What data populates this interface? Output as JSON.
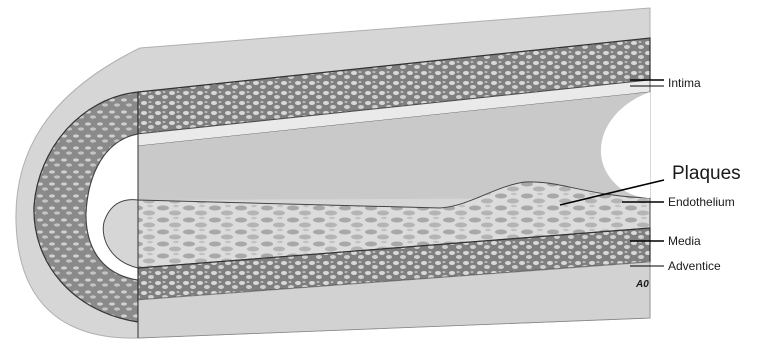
{
  "diagram": {
    "labels": {
      "intima": "Intima",
      "plaques": "Plaques",
      "endothelium": "Endothelium",
      "media": "Media",
      "adventice": "Adventice"
    },
    "corner_mark": "A0"
  }
}
